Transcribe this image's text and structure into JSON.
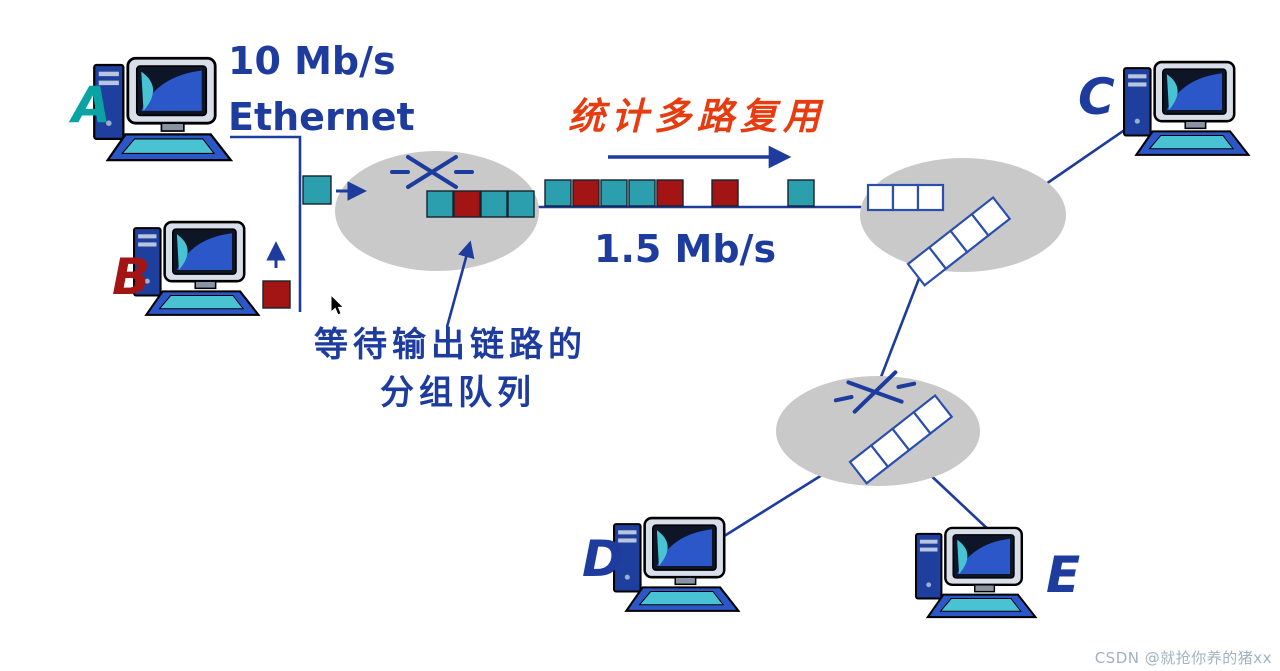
{
  "hosts": {
    "a": {
      "label": "A"
    },
    "b": {
      "label": "B"
    },
    "c": {
      "label": "C"
    },
    "d": {
      "label": "D"
    },
    "e": {
      "label": "E"
    }
  },
  "annotations": {
    "ethernet_rate": "10 Mb/s",
    "ethernet_name": "Ethernet",
    "statistical_multiplexing": "统计多路复用",
    "link_rate": "1.5 Mb/s",
    "queue_caption_line1": "等待输出链路的",
    "queue_caption_line2": "分组队列"
  },
  "watermark": "CSDN @就抢你养的猪xx",
  "colors": {
    "line_blue": "#1d3c9e",
    "text_blue": "#1d3c9e",
    "multiplexing_red": "#e73b10",
    "packet_teal": "#2b9fae",
    "packet_red": "#a31414",
    "router_fill": "#c9c9c9",
    "queue_outline": "#2a4fae",
    "host_a_color": "#0aa3a3",
    "host_b_color": "#a31414",
    "watermark_color": "#9fb3c0"
  },
  "packets": {
    "input_a": [
      "teal"
    ],
    "input_b": [
      "red"
    ],
    "router1_queue": [
      "teal",
      "red",
      "teal",
      "teal"
    ],
    "link_burst": [
      "teal",
      "red",
      "teal",
      "teal",
      "red"
    ],
    "link_single_1": [
      "red"
    ],
    "link_single_2": [
      "teal"
    ],
    "router2_queue_top": [
      "empty",
      "empty",
      "empty"
    ],
    "router2_queue_diag": [
      "empty",
      "empty",
      "empty",
      "empty"
    ],
    "router3_queue_diag": [
      "empty",
      "empty",
      "empty",
      "empty"
    ]
  }
}
